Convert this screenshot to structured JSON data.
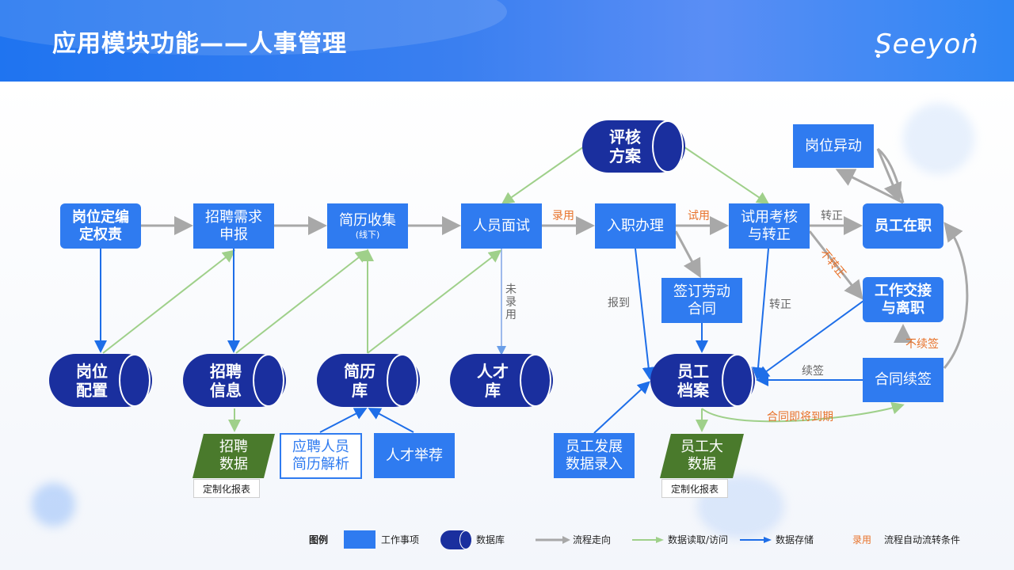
{
  "title": "应用模块功能——人事管理",
  "logo": ".Seeyon",
  "colors": {
    "task": "#2f7bf0",
    "database": "#1a2f9e",
    "report": "#4a7a2c",
    "flow": "#a8a8a8",
    "read": "#9fd08a",
    "store": "#1e6ee8",
    "condition": "#e8722a"
  },
  "tasks": {
    "post_setup": "岗位定编\n定权责",
    "recruit_request": "招聘需求\n申报",
    "resume_collect": "简历收集",
    "resume_collect_sub": "(线下)",
    "interview": "人员面试",
    "onboarding": "入职办理",
    "probation": "试用考核\n与转正",
    "employed": "员工在职",
    "post_change": "岗位异动",
    "handover": "工作交接\n与离职",
    "contract_sign": "签订劳动\n合同",
    "contract_renew": "合同续签",
    "applicant_parse": "应聘人员\n简历解析",
    "talent_recommend": "人才举荐",
    "dev_data_entry": "员工发展\n数据录入"
  },
  "databases": {
    "eval_plan": "评核\n方案",
    "post_config": "岗位\n配置",
    "recruit_info": "招聘\n信息",
    "resume_db": "简历\n库",
    "talent_db": "人才\n库",
    "staff_file": "员工\n档案"
  },
  "reports": {
    "recruit_data": "招聘\n数据",
    "staff_bigdata": "员工大\n数据",
    "custom_report_1": "定制化报表",
    "custom_report_2": "定制化报表"
  },
  "edge_labels": {
    "hired": "录用",
    "probation": "试用",
    "to_regular": "转正",
    "not_regular": "不转正",
    "not_hired": "未\n录\n用",
    "report_in": "报到",
    "to_regular_2": "转正",
    "renew": "续签",
    "no_renew": "不续签",
    "expiring": "合同即将到期"
  },
  "legend": {
    "title": "图例",
    "task": "工作事项",
    "database": "数据库",
    "flow": "流程走向",
    "read": "数据读取/访问",
    "store": "数据存储",
    "condition_sample": "录用",
    "condition": "流程自动流转条件"
  }
}
